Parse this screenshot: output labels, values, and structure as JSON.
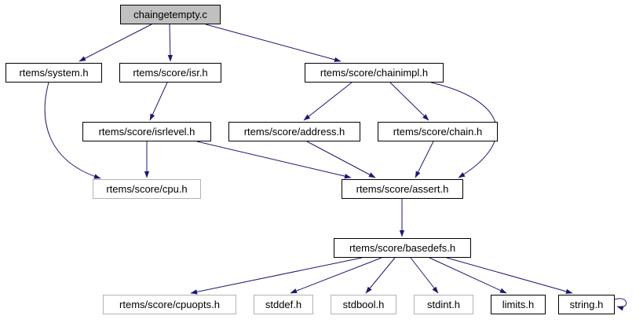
{
  "graph": {
    "kind": "include-dependency-graph",
    "edge_color": "#191970",
    "root_fill": "#c0c0c0",
    "nodes": [
      {
        "label": "chaingetempty.c",
        "style": "root"
      },
      {
        "label": "rtems/system.h",
        "style": "normal"
      },
      {
        "label": "rtems/score/isr.h",
        "style": "normal"
      },
      {
        "label": "rtems/score/chainimpl.h",
        "style": "normal"
      },
      {
        "label": "rtems/score/isrlevel.h",
        "style": "normal"
      },
      {
        "label": "rtems/score/address.h",
        "style": "normal"
      },
      {
        "label": "rtems/score/chain.h",
        "style": "normal"
      },
      {
        "label": "rtems/score/cpu.h",
        "style": "grey"
      },
      {
        "label": "rtems/score/assert.h",
        "style": "normal"
      },
      {
        "label": "rtems/score/basedefs.h",
        "style": "normal"
      },
      {
        "label": "rtems/score/cpuopts.h",
        "style": "grey"
      },
      {
        "label": "stddef.h",
        "style": "grey"
      },
      {
        "label": "stdbool.h",
        "style": "grey"
      },
      {
        "label": "stdint.h",
        "style": "grey"
      },
      {
        "label": "limits.h",
        "style": "normal"
      },
      {
        "label": "string.h",
        "style": "normal"
      }
    ],
    "edges": [
      {
        "from": "chaingetempty.c",
        "to": "rtems/system.h"
      },
      {
        "from": "chaingetempty.c",
        "to": "rtems/score/isr.h"
      },
      {
        "from": "chaingetempty.c",
        "to": "rtems/score/chainimpl.h"
      },
      {
        "from": "rtems/system.h",
        "to": "rtems/score/cpu.h"
      },
      {
        "from": "rtems/score/isr.h",
        "to": "rtems/score/isrlevel.h"
      },
      {
        "from": "rtems/score/isrlevel.h",
        "to": "rtems/score/cpu.h"
      },
      {
        "from": "rtems/score/isrlevel.h",
        "to": "rtems/score/assert.h"
      },
      {
        "from": "rtems/score/chainimpl.h",
        "to": "rtems/score/address.h"
      },
      {
        "from": "rtems/score/chainimpl.h",
        "to": "rtems/score/chain.h"
      },
      {
        "from": "rtems/score/chainimpl.h",
        "to": "rtems/score/assert.h"
      },
      {
        "from": "rtems/score/address.h",
        "to": "rtems/score/assert.h"
      },
      {
        "from": "rtems/score/chain.h",
        "to": "rtems/score/assert.h"
      },
      {
        "from": "rtems/score/assert.h",
        "to": "rtems/score/basedefs.h"
      },
      {
        "from": "rtems/score/basedefs.h",
        "to": "rtems/score/cpuopts.h"
      },
      {
        "from": "rtems/score/basedefs.h",
        "to": "stddef.h"
      },
      {
        "from": "rtems/score/basedefs.h",
        "to": "stdbool.h"
      },
      {
        "from": "rtems/score/basedefs.h",
        "to": "stdint.h"
      },
      {
        "from": "rtems/score/basedefs.h",
        "to": "limits.h"
      },
      {
        "from": "rtems/score/basedefs.h",
        "to": "string.h"
      },
      {
        "from": "string.h",
        "to": "string.h"
      }
    ]
  }
}
